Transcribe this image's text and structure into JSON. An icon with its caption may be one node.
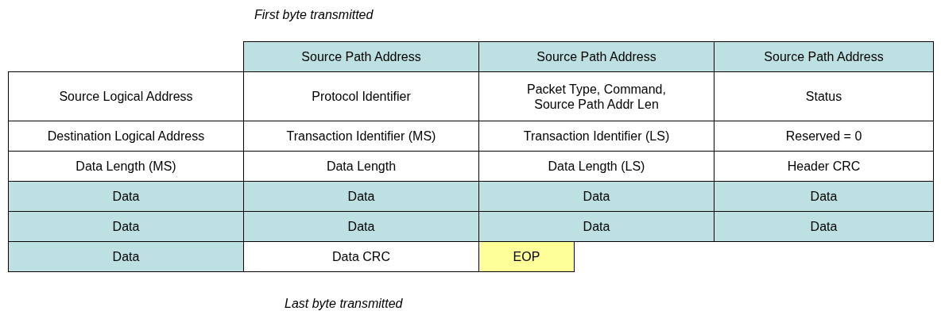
{
  "diagram": {
    "labels": [
      "First byte transmitted",
      "Source Path Address",
      "Source Path Address",
      "Source Path Address",
      "Source Logical Address",
      "Protocol Identifier",
      "Packet Type, Command, Source Path Addr Len",
      "Status",
      "Destination Logical Address",
      "Transaction Identifier (MS)",
      "Transaction Identifier (LS)",
      "Reserved = 0",
      "Data Length (MS)",
      "Data Length",
      "Data Length (LS)",
      "Header CRC",
      "Data",
      "Data",
      "Data",
      "Data",
      "Data",
      "Data",
      "Data",
      "Data",
      "Data",
      "Data CRC",
      "EOP",
      "Last byte transmitted"
    ]
  }
}
